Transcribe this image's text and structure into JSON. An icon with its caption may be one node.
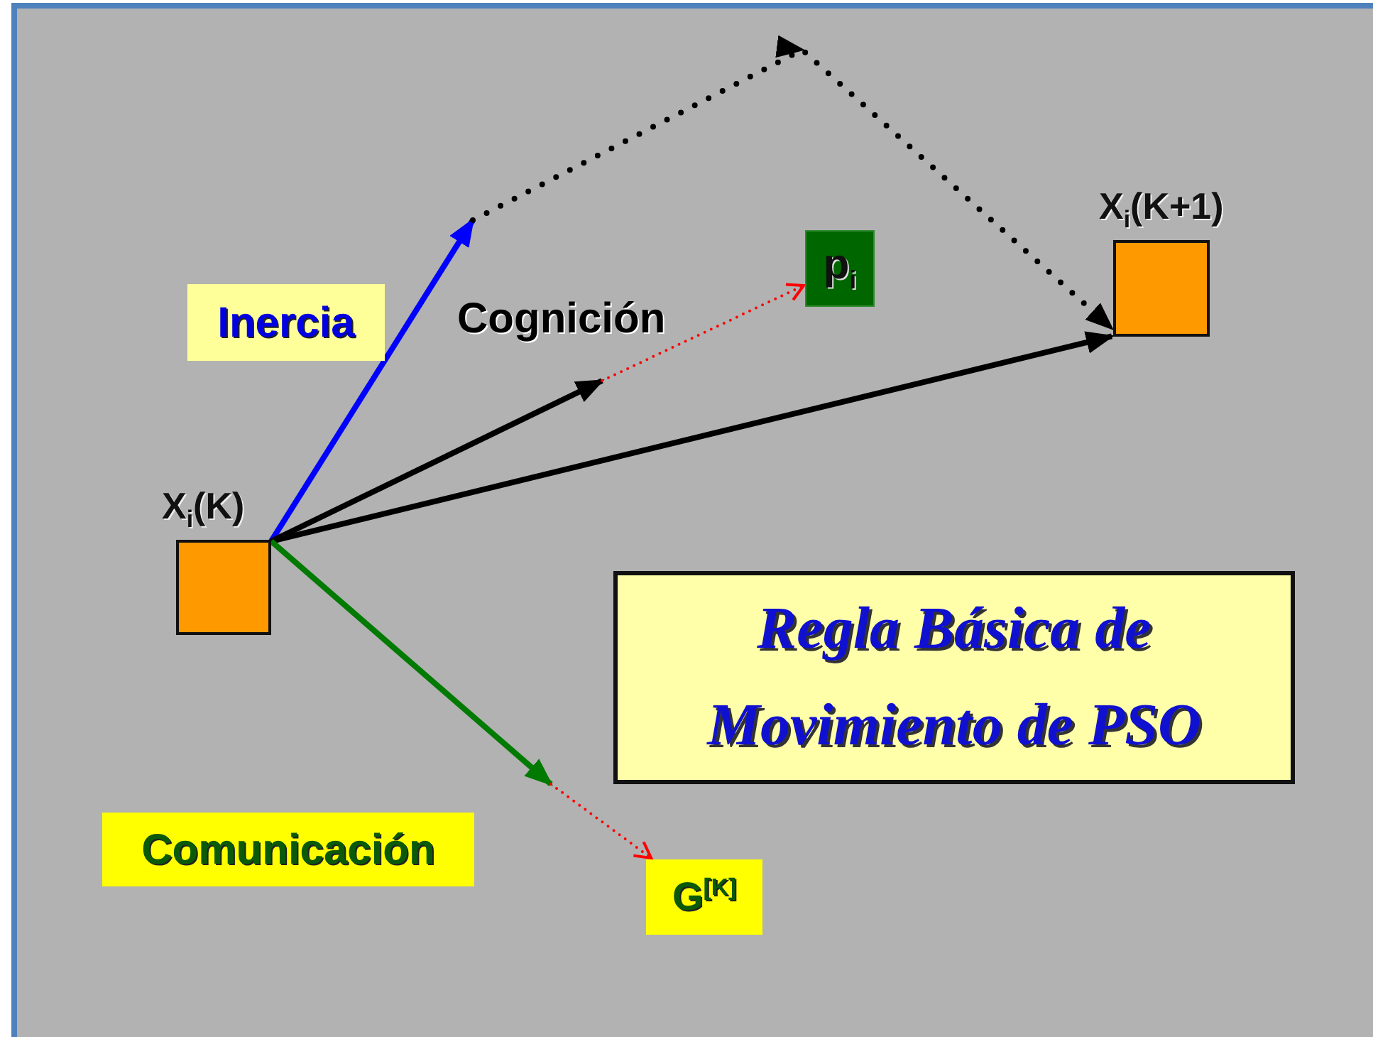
{
  "diagram": {
    "nodes": [
      {
        "text": [
          "X$_{i}$(K)"
        ]
      },
      {
        "text": [
          "X$_{i}$(K+1)"
        ]
      },
      {
        "text": [
          "p$_{i}$"
        ]
      },
      {
        "text": [
          "G$^{[K]}$"
        ]
      },
      {
        "text": [
          "Inercia"
        ]
      },
      {
        "text": [
          "Comunicación"
        ]
      },
      {
        "text": [
          "Regla Básica de Movimiento de PSO"
        ]
      }
    ],
    "edges": [
      {
        "from": 0,
        "to": null,
        "arrow": "to",
        "color": "#0000ff"
      },
      {
        "from": null,
        "to": 1,
        "arrow": "to",
        "style": "dashed"
      },
      {
        "from": 0,
        "to": null,
        "arrow": "to"
      },
      {
        "from": null,
        "to": 2,
        "arrow": "to",
        "style": "dashed",
        "color": "#ff0000"
      },
      {
        "from": 0,
        "to": 1,
        "arrow": "to"
      },
      {
        "from": 0,
        "to": null,
        "arrow": "to",
        "color": "#007a00"
      },
      {
        "from": null,
        "to": 3,
        "arrow": "to",
        "style": "dashed",
        "color": "#ff0000"
      }
    ],
    "labels": [
      "Cognición"
    ]
  }
}
